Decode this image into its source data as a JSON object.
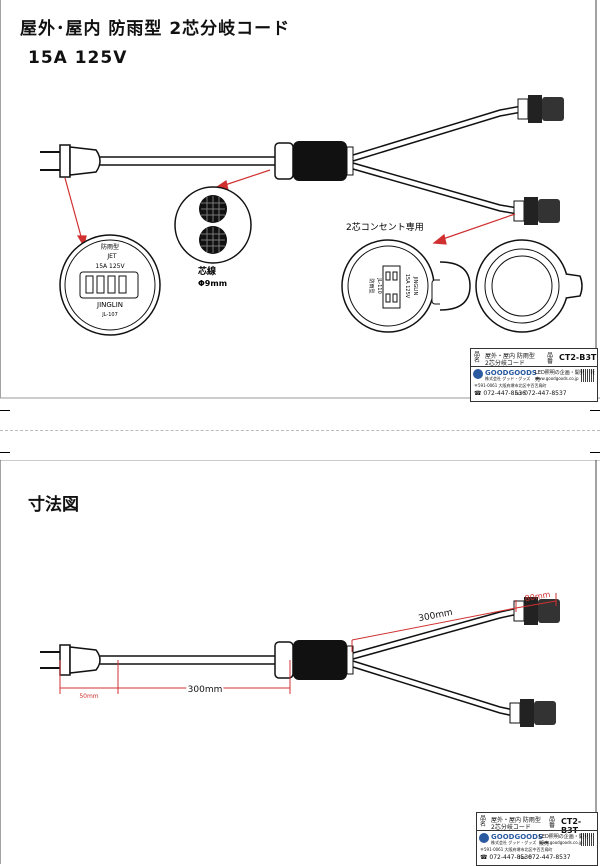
{
  "page1": {
    "title_line1": "屋外･屋内 防雨型  2芯分岐コード",
    "title_line2": "15A 125V",
    "plug_face": {
      "line1": "防雨型",
      "line2": "JET",
      "line3": "15A 125V",
      "brand": "JINGLIN",
      "model": "JL-107"
    },
    "core_label": "芯線",
    "core_size": "Φ9mm",
    "outlet_label": "2芯コンセント専用",
    "outlet_face": [
      "防雨型",
      "JL-110",
      "15A 125V",
      "JINGLIN"
    ]
  },
  "page2": {
    "title": "寸法図",
    "dim_plug": "50mm",
    "dim_main": "300mm",
    "dim_branch": "300mm",
    "dim_connector": "80mm"
  },
  "title_block": {
    "name_label": "品名",
    "name_line1": "屋外・屋内 防雨型",
    "name_line2": "2芯分岐コード",
    "code_label": "品番",
    "code": "CT2-B3T",
    "logo": "GOODGOODS",
    "company": "株式会社 グッド・グッズ",
    "tagline": "LED照明の企画・開発・販売",
    "url": "www.goodgoods.co.jp",
    "address": "〒591-0061 大阪府堺市北区中百舌鳥町",
    "tel": "072-447-8536",
    "fax": "072-447-8537"
  }
}
